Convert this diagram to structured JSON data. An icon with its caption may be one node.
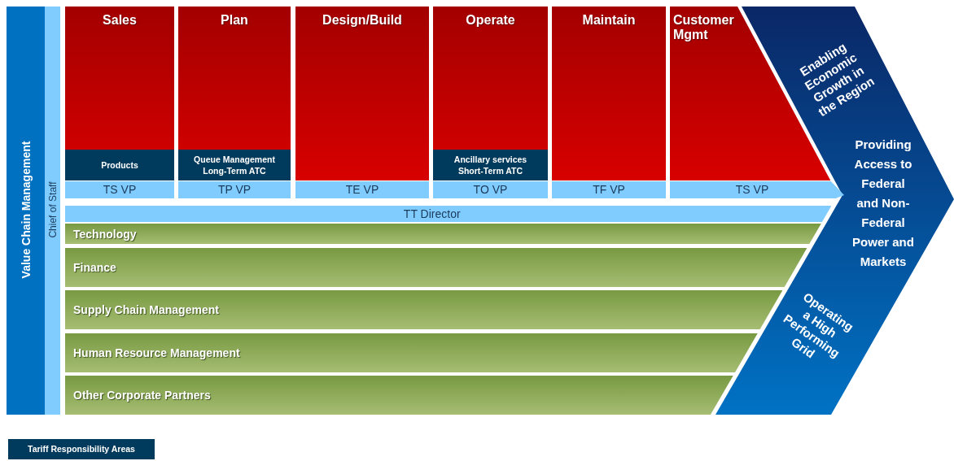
{
  "diagram": {
    "nodes": [
      {
        "text": [
          "Value Chain Management"
        ]
      },
      {
        "text": [
          "Chief of Staff"
        ]
      },
      {
        "text": [
          "Sales"
        ]
      },
      {
        "text": [
          "Products"
        ],
        "in": 2
      },
      {
        "text": [
          "Plan"
        ]
      },
      {
        "text": [
          "Queue Management Long-Term ATC"
        ],
        "in": 4
      },
      {
        "text": [
          "Design/Build"
        ]
      },
      {
        "text": [
          "Operate"
        ]
      },
      {
        "text": [
          "Ancillary services Short-Term ATC"
        ],
        "in": 7
      },
      {
        "text": [
          "Maintain"
        ]
      },
      {
        "text": [
          "Customer Mgmt"
        ]
      },
      {
        "text": [
          "Enabling Economic Growth in the Region",
          "Providing Access to Federal and Non-Federal Power and Markets",
          "Operating a High Performing Grid"
        ]
      },
      {
        "text": [
          "TS VP"
        ]
      },
      {
        "text": [
          "TP VP"
        ]
      },
      {
        "text": [
          "TE VP"
        ]
      },
      {
        "text": [
          "TO VP"
        ]
      },
      {
        "text": [
          "TF VP"
        ]
      },
      {
        "text": [
          "TS VP"
        ]
      },
      {
        "text": [
          "TT Director"
        ]
      },
      {
        "text": [
          "Technology"
        ]
      },
      {
        "text": [
          "Finance"
        ]
      },
      {
        "text": [
          "Supply Chain Management"
        ]
      },
      {
        "text": [
          "Human Resource Management"
        ]
      },
      {
        "text": [
          "Other Corporate Partners"
        ]
      }
    ],
    "legend": [
      {
        "text": "Tariff Responsibility Areas",
        "color": "#003a5c"
      }
    ]
  }
}
